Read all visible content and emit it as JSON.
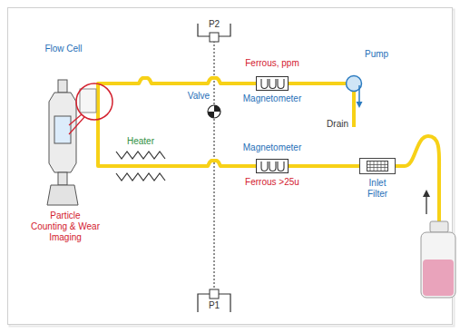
{
  "diagram": {
    "nodes": [
      {
        "text": [
          "Flow Cell",
          "Particle Counting & Wear Imaging"
        ]
      },
      {
        "text": [
          "P2"
        ]
      },
      {
        "text": [
          "Ferrous, ppm",
          "Magnetometer"
        ]
      },
      {
        "text": [
          "Pump"
        ]
      },
      {
        "text": [
          "Valve"
        ]
      },
      {
        "text": [
          "Magnetometer",
          "Ferrous >25u"
        ]
      },
      {
        "text": [
          "Inlet Filter"
        ]
      },
      {
        "text": [
          "P1"
        ]
      }
    ],
    "edges": [
      {
        "from": 6,
        "to": 5,
        "arrow": "none"
      },
      {
        "from": 5,
        "to": 0,
        "arrow": "none"
      },
      {
        "from": 0,
        "to": 2,
        "arrow": "none"
      },
      {
        "from": 2,
        "to": 3,
        "arrow": "none"
      },
      {
        "from": 4,
        "to": 1,
        "arrow": "none"
      },
      {
        "from": 4,
        "to": 7,
        "arrow": "none"
      }
    ],
    "labels": [
      "Drain",
      "Heater"
    ]
  }
}
